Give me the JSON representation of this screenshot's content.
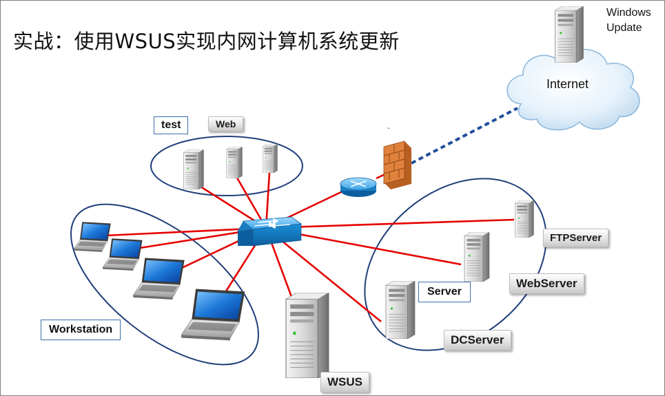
{
  "title": "实战：使用WSUS实现内网计算机系统更新",
  "windows_update": {
    "line1": "Windows",
    "line2": "Update"
  },
  "cloud_label": "Internet",
  "router_mark": "-",
  "labels": {
    "test": "test",
    "web": "Web",
    "workstation": "Workstation",
    "server": "Server",
    "ftp": "FTPServer",
    "webserver": "WebServer",
    "dc": "DCServer",
    "wsus": "WSUS"
  },
  "colors": {
    "link": "#e60000",
    "wan_link": "#1f4e9c",
    "group_outline": "#1f3e7a",
    "switch": "#1b8fd6",
    "firewall": "#e0823c"
  }
}
